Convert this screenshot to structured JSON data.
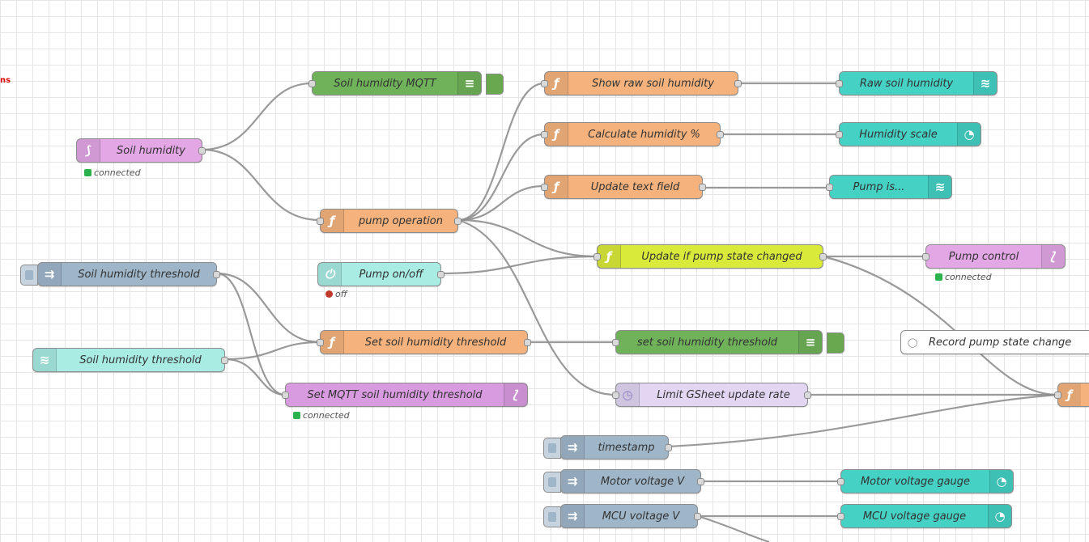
{
  "editor": {
    "label_fragment": "ns"
  },
  "nodes": {
    "soil_humidity_in": {
      "label": "Soil humidity",
      "icon": "bridge-icon",
      "status": "connected"
    },
    "soil_humidity_mqtt": {
      "label": "Soil humidity MQTT",
      "icon": "list-icon"
    },
    "pump_operation": {
      "label": "pump operation",
      "icon": "function-icon"
    },
    "show_raw": {
      "label": "Show raw soil humidity",
      "icon": "function-icon"
    },
    "calc_pct": {
      "label": "Calculate humidity %",
      "icon": "function-icon"
    },
    "update_text": {
      "label": "Update text field",
      "icon": "function-icon"
    },
    "raw_soil": {
      "label": "Raw soil humidity",
      "icon": "chart-icon"
    },
    "humidity_scale": {
      "label": "Humidity scale",
      "icon": "gauge-icon"
    },
    "pump_is": {
      "label": "Pump is...",
      "icon": "text-icon"
    },
    "update_if_changed": {
      "label": "Update if pump state changed",
      "icon": "function-icon"
    },
    "pump_control": {
      "label": "Pump control",
      "icon": "bridge-icon",
      "status": "connected"
    },
    "threshold_slider": {
      "label": "Soil humidity threshold",
      "icon": "inject-icon"
    },
    "pump_onoff": {
      "label": "Pump on/off",
      "icon": "switch-icon",
      "status": "off"
    },
    "set_threshold": {
      "label": "Set soil humidity threshold",
      "icon": "function-icon"
    },
    "set_threshold_dbg": {
      "label": "set soil humidity threshold",
      "icon": "list-icon"
    },
    "threshold_text": {
      "label": "Soil humidity threshold",
      "icon": "slider-icon"
    },
    "set_mqtt_threshold": {
      "label": "Set MQTT soil humidity threshold",
      "icon": "bridge-icon",
      "status": "connected"
    },
    "record_pump": {
      "label": "Record pump state change",
      "icon": "comment-icon"
    },
    "limit_gsheet": {
      "label": "Limit GSheet update rate",
      "icon": "delay-icon"
    },
    "timestamp": {
      "label": "timestamp",
      "icon": "inject-icon"
    },
    "motor_voltage": {
      "label": "Motor voltage V",
      "icon": "inject-icon"
    },
    "mcu_voltage": {
      "label": "MCU voltage V",
      "icon": "inject-icon"
    },
    "motor_gauge": {
      "label": "Motor voltage gauge",
      "icon": "gauge-icon"
    },
    "mcu_gauge": {
      "label": "MCU voltage gauge",
      "icon": "gauge-icon"
    }
  },
  "colors": {
    "grid": "#e6e6e6",
    "wire": "#8f8f8f",
    "function": "#f5b27d",
    "dashboard": "#45d1c4",
    "mqtt": "#e3a7e6",
    "debug": "#6fb25a",
    "connected": "#2bb24c",
    "error": "#c0392b"
  }
}
